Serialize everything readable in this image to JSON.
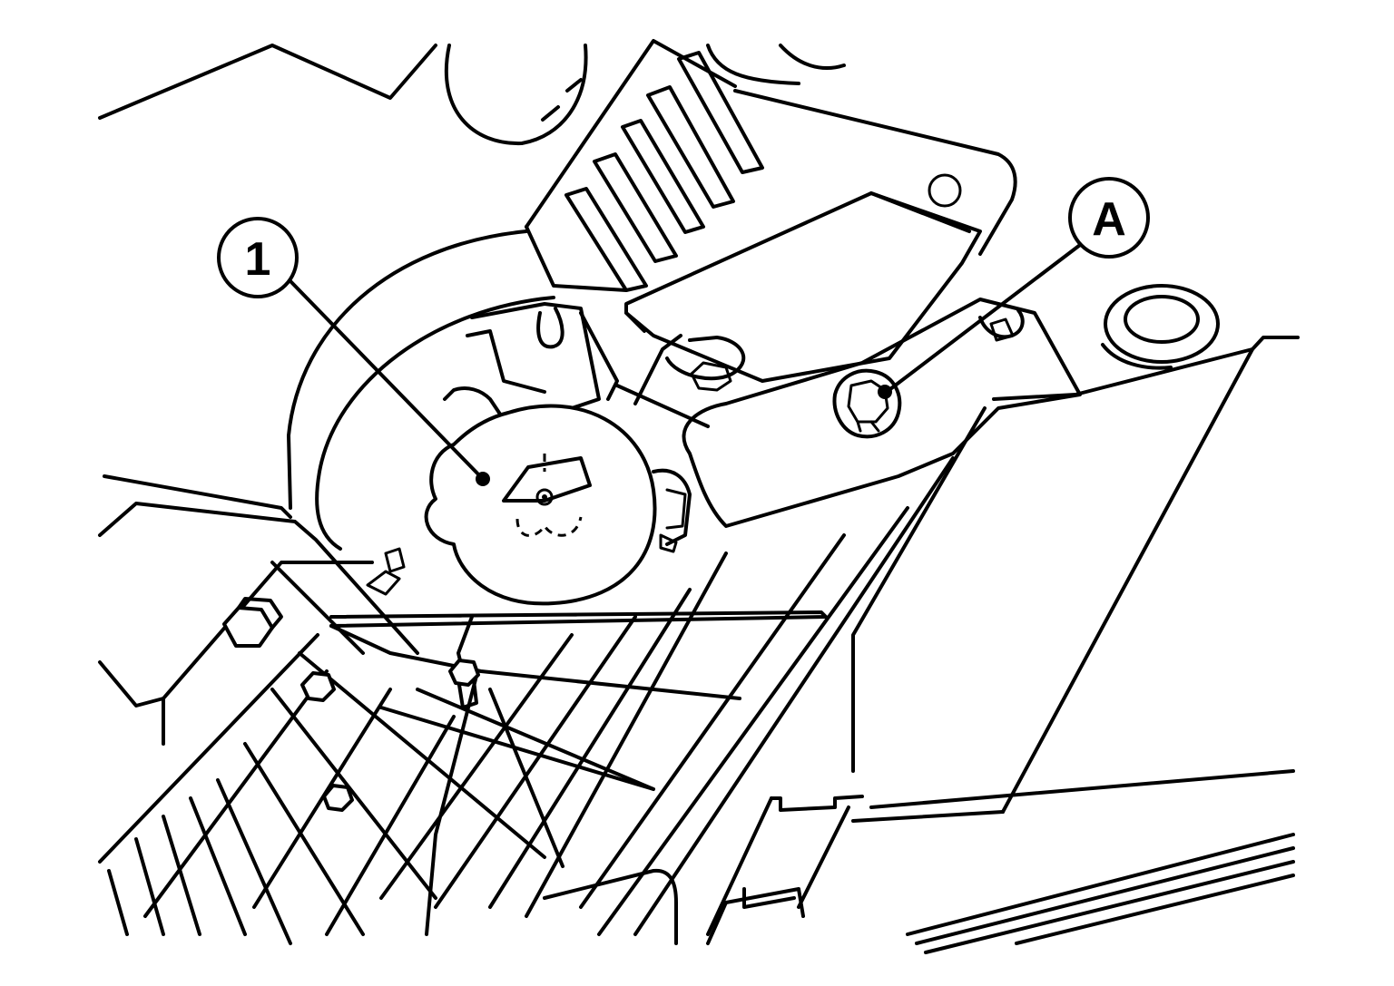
{
  "callouts": [
    {
      "id": "component-1",
      "label": "1"
    },
    {
      "id": "clip-a",
      "label": "A"
    }
  ]
}
